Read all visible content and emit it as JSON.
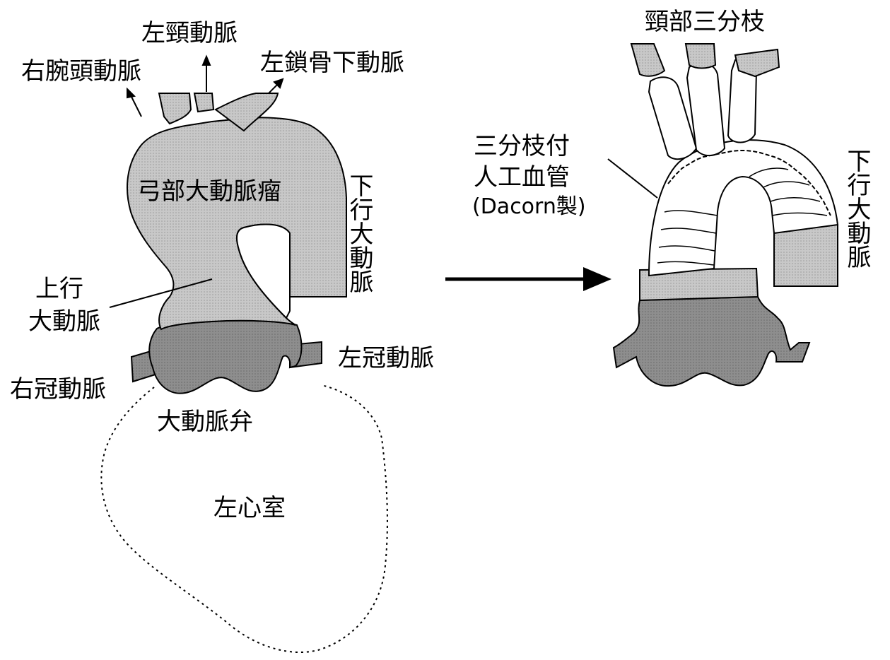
{
  "colors": {
    "vessel_fill": "#c9c9c9",
    "aneurysm_fill": "#b3b3b3",
    "root_fill": "#8f8f8f",
    "line": "#000000",
    "background": "#ffffff"
  },
  "left_figure": {
    "labels": {
      "left_carotid": "左頸動脈",
      "brachiocephalic": "右腕頭動脈",
      "left_subclavian": "左鎖骨下動脈",
      "arch_aneurysm": "弓部大動脈瘤",
      "descending_aorta": "下行大動脈",
      "ascending_line1": "上行",
      "ascending_line2": "大動脈",
      "left_coronary": "左冠動脈",
      "right_coronary": "右冠動脈",
      "aortic_valve": "大動脈弁",
      "left_ventricle": "左心室"
    }
  },
  "right_figure": {
    "labels": {
      "trifurcation": "頸部三分枝",
      "graft_line1": "三分枝付",
      "graft_line2": "人工血管",
      "graft_line3": "(Dacorn製)",
      "descending_aorta": "下行大動脈"
    }
  },
  "arrow": {
    "direction": "right",
    "icon": "right-arrow-icon"
  }
}
